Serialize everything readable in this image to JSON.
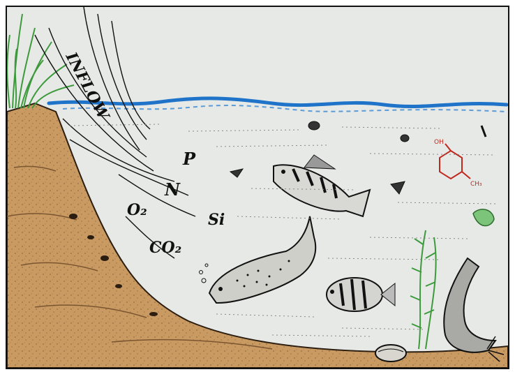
{
  "labels": {
    "inflow": "INFLOW",
    "phosphorus": "P",
    "nitrogen": "N",
    "oxygen": "O₂",
    "silica": "Si",
    "carbon_dioxide": "CO₂"
  },
  "molecule": {
    "group_top": "OH",
    "group_bottom": "CH₃"
  },
  "colors": {
    "water": "#e7e9e6",
    "water_surface": "#1f74c9",
    "sediment": "#c99a62",
    "sediment_dark": "#9c7245",
    "grass": "#3c9a3c",
    "molecule": "#c0281e",
    "ink": "#111111"
  }
}
